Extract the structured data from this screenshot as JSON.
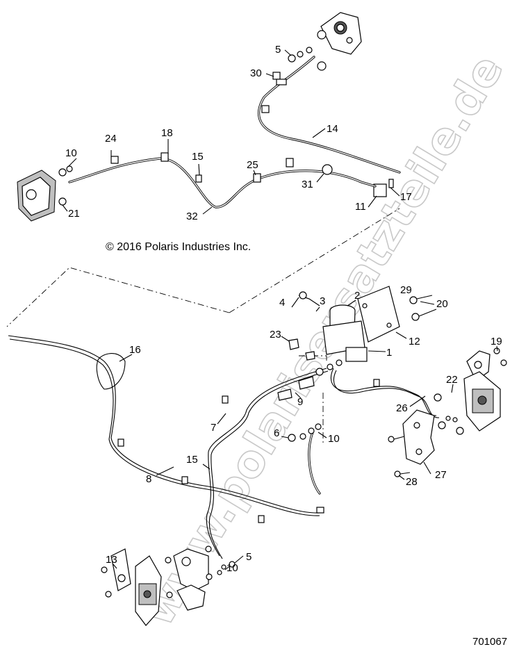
{
  "diagram": {
    "copyright": "© 2016 Polaris Industries Inc.",
    "figure_number": "701067",
    "watermark": "www.polarisersatzteile.de",
    "callouts": [
      {
        "id": "c5a",
        "text": "5"
      },
      {
        "id": "c30",
        "text": "30"
      },
      {
        "id": "c14",
        "text": "14"
      },
      {
        "id": "c24",
        "text": "24"
      },
      {
        "id": "c18",
        "text": "18"
      },
      {
        "id": "c10a",
        "text": "10"
      },
      {
        "id": "c15a",
        "text": "15"
      },
      {
        "id": "c25",
        "text": "25"
      },
      {
        "id": "c31",
        "text": "31"
      },
      {
        "id": "c17",
        "text": "17"
      },
      {
        "id": "c11",
        "text": "11"
      },
      {
        "id": "c21",
        "text": "21"
      },
      {
        "id": "c32",
        "text": "32"
      },
      {
        "id": "c29",
        "text": "29"
      },
      {
        "id": "c2",
        "text": "2"
      },
      {
        "id": "c4",
        "text": "4"
      },
      {
        "id": "c3",
        "text": "3"
      },
      {
        "id": "c20",
        "text": "20"
      },
      {
        "id": "c23",
        "text": "23"
      },
      {
        "id": "c12",
        "text": "12"
      },
      {
        "id": "c1",
        "text": "1"
      },
      {
        "id": "c16",
        "text": "16"
      },
      {
        "id": "c19",
        "text": "19"
      },
      {
        "id": "c22",
        "text": "22"
      },
      {
        "id": "c9",
        "text": "9"
      },
      {
        "id": "c26",
        "text": "26"
      },
      {
        "id": "c7",
        "text": "7"
      },
      {
        "id": "c6",
        "text": "6"
      },
      {
        "id": "c10b",
        "text": "10"
      },
      {
        "id": "c15b",
        "text": "15"
      },
      {
        "id": "c27",
        "text": "27"
      },
      {
        "id": "c8",
        "text": "8"
      },
      {
        "id": "c28",
        "text": "28"
      },
      {
        "id": "c13",
        "text": "13"
      },
      {
        "id": "c5b",
        "text": "5"
      },
      {
        "id": "c10c",
        "text": "10"
      }
    ]
  }
}
